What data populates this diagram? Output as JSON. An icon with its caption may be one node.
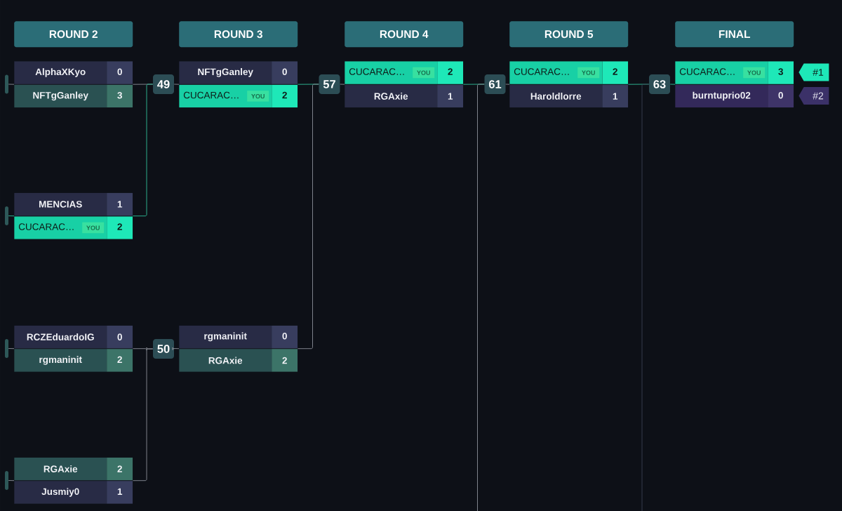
{
  "diagram": {
    "nodes": [
      {
        "text": [
          "ROUND 2"
        ]
      },
      {
        "text": [
          "ROUND 3"
        ]
      },
      {
        "text": [
          "ROUND 4"
        ]
      },
      {
        "text": [
          "ROUND 5"
        ]
      },
      {
        "text": [
          "FINAL"
        ]
      },
      {
        "text": [],
        "shape": "box"
      },
      {
        "text": [
          "AlphaXKyo",
          "0"
        ],
        "in": 5
      },
      {
        "text": [
          "NFTgGanley",
          "3"
        ],
        "in": 5
      },
      {
        "text": [],
        "shape": "box"
      },
      {
        "text": [
          "MENCIAS",
          "1"
        ],
        "in": 8
      },
      {
        "text": [
          "CUCARAC…",
          "YOU",
          "2"
        ],
        "in": 8
      },
      {
        "text": [],
        "shape": "box"
      },
      {
        "text": [
          "RCZEduardoIG",
          "0"
        ],
        "in": 11
      },
      {
        "text": [
          "rgmaninit",
          "2"
        ],
        "in": 11
      },
      {
        "text": [],
        "shape": "box"
      },
      {
        "text": [
          "RGAxie",
          "2"
        ],
        "in": 14
      },
      {
        "text": [
          "Jusmiy0",
          "1"
        ],
        "in": 14
      },
      {
        "text": [
          "49"
        ]
      },
      {
        "text": [
          "50"
        ]
      },
      {
        "text": [],
        "shape": "box"
      },
      {
        "text": [
          "NFTgGanley",
          "0"
        ],
        "in": 19
      },
      {
        "text": [
          "CUCARAC…",
          "YOU",
          "2"
        ],
        "in": 19
      },
      {
        "text": [],
        "shape": "box"
      },
      {
        "text": [
          "rgmaninit",
          "0"
        ],
        "in": 22
      },
      {
        "text": [
          "RGAxie",
          "2"
        ],
        "in": 22
      },
      {
        "text": [
          "57"
        ]
      },
      {
        "text": [],
        "shape": "box"
      },
      {
        "text": [
          "CUCARAC…",
          "YOU",
          "2"
        ],
        "in": 26
      },
      {
        "text": [
          "RGAxie",
          "1"
        ],
        "in": 26
      },
      {
        "text": [
          "61"
        ]
      },
      {
        "text": [],
        "shape": "box"
      },
      {
        "text": [
          "CUCARAC…",
          "YOU",
          "2"
        ],
        "in": 30
      },
      {
        "text": [
          "Haroldlorre",
          "1"
        ],
        "in": 30
      },
      {
        "text": [
          "63"
        ]
      },
      {
        "text": [],
        "shape": "box"
      },
      {
        "text": [
          "CUCARAC…",
          "YOU",
          "3"
        ],
        "in": 34
      },
      {
        "text": [
          "burntuprio02",
          "0"
        ],
        "in": 34
      },
      {
        "text": [
          "#1"
        ]
      },
      {
        "text": [
          "#2"
        ]
      },
      {
        "text": [],
        "shape": "bar"
      },
      {
        "text": [],
        "shape": "bar"
      },
      {
        "text": [],
        "shape": "bar"
      },
      {
        "text": [],
        "shape": "bar"
      }
    ],
    "edges": [
      {
        "from": 39,
        "to": 5,
        "arrow": "none"
      },
      {
        "from": 40,
        "to": 8,
        "arrow": "none",
        "color": "#2fbf9a"
      },
      {
        "from": 41,
        "to": 11,
        "arrow": "none"
      },
      {
        "from": 42,
        "to": 14,
        "arrow": "none"
      },
      {
        "from": 5,
        "to": 17,
        "arrow": "none"
      },
      {
        "from": 8,
        "to": 17,
        "arrow": "none",
        "color": "#2fbf9a"
      },
      {
        "from": 17,
        "to": 19,
        "arrow": "none"
      },
      {
        "from": 11,
        "to": 18,
        "arrow": "none"
      },
      {
        "from": 14,
        "to": 18,
        "arrow": "none"
      },
      {
        "from": 18,
        "to": 22,
        "arrow": "none"
      },
      {
        "from": 19,
        "to": 25,
        "arrow": "none",
        "color": "#2fbf9a"
      },
      {
        "from": 22,
        "to": 25,
        "arrow": "none"
      },
      {
        "from": 25,
        "to": 26,
        "arrow": "none"
      },
      {
        "from": 26,
        "to": 29,
        "arrow": "none",
        "color": "#2fbf9a"
      },
      {
        "from": null,
        "to": 29,
        "arrow": "none"
      },
      {
        "from": 29,
        "to": 30,
        "arrow": "none"
      },
      {
        "from": 30,
        "to": 33,
        "arrow": "none",
        "color": "#2fbf9a"
      },
      {
        "from": null,
        "to": 33,
        "arrow": "none",
        "color": "#3a4152"
      },
      {
        "from": 33,
        "to": 34,
        "arrow": "none",
        "color": "#2fbf9a"
      }
    ]
  }
}
